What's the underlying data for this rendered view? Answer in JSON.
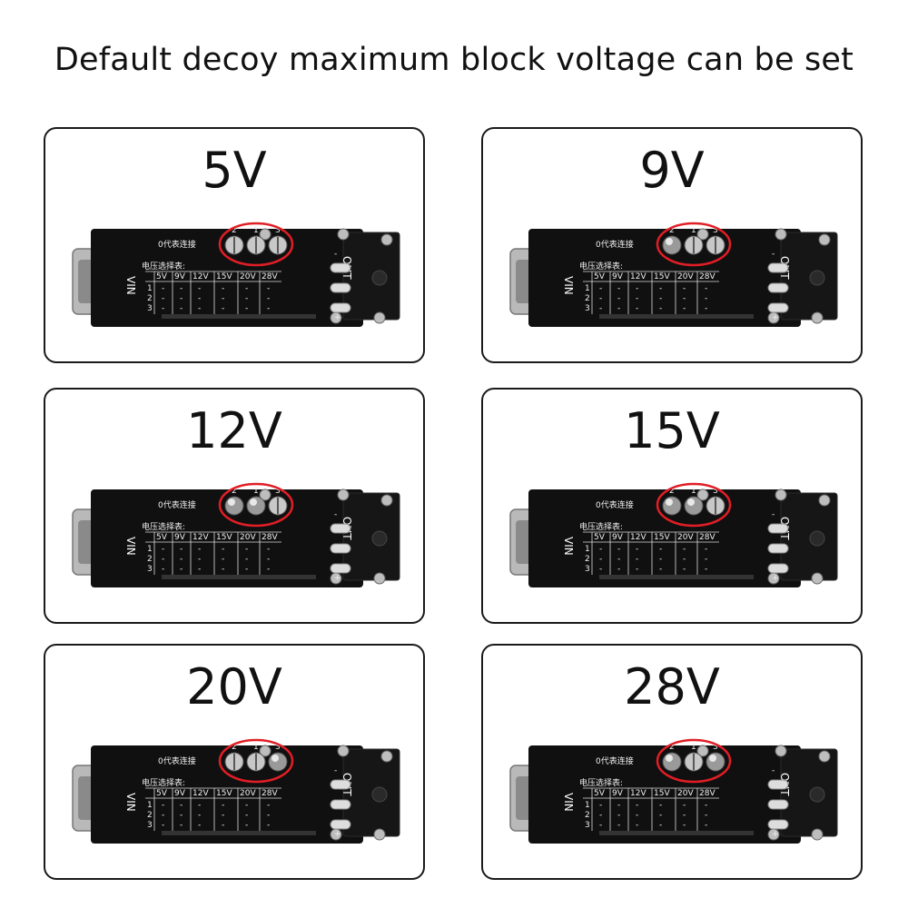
{
  "title": "Default decoy maximum block voltage can be set",
  "cards": [
    {
      "label": "5V",
      "bridged": []
    },
    {
      "label": "9V",
      "bridged": [
        2
      ]
    },
    {
      "label": "12V",
      "bridged": [
        1,
        2
      ]
    },
    {
      "label": "15V",
      "bridged": [
        1,
        2
      ]
    },
    {
      "label": "20V",
      "bridged": [
        3
      ]
    },
    {
      "label": "28V",
      "bridged": [
        2,
        3
      ]
    }
  ],
  "board": {
    "vin": "VIN",
    "out": "OUT",
    "header": "0代表连接",
    "table_caption": "电压选择表:",
    "columns": [
      "5V",
      "9V",
      "12V",
      "15V",
      "20V",
      "28V"
    ],
    "row_labels": [
      "1",
      "2",
      "3"
    ],
    "pad_numbers": [
      "2",
      "1",
      "3"
    ],
    "plus": "+",
    "minus": "-"
  },
  "colors": {
    "board": "#101010",
    "highlight": "#e01e26",
    "pad_open": "#c8c8c8",
    "pad_bridged": "#9a9a9a"
  }
}
